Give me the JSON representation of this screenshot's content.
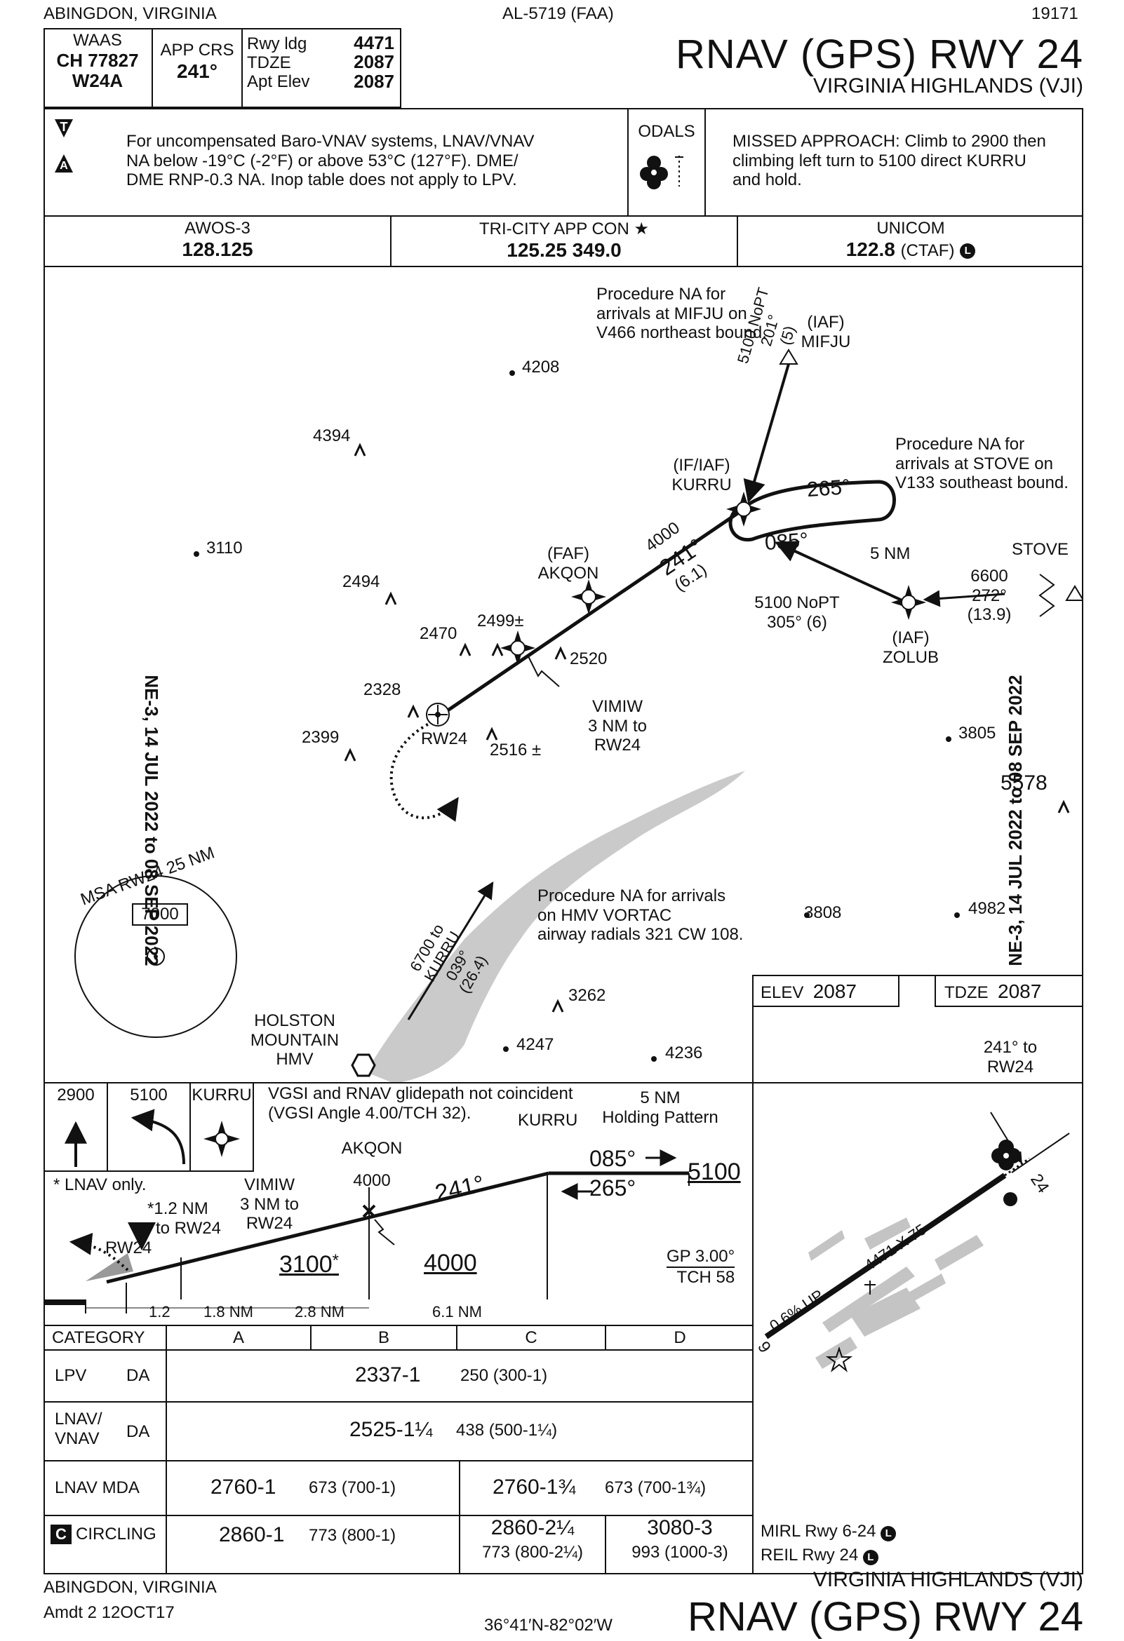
{
  "header": {
    "city": "ABINGDON, VIRGINIA",
    "al_number": "AL-5719 (FAA)",
    "edition": "19171",
    "title": "RNAV (GPS) RWY 24",
    "airport": "VIRGINIA HIGHLANDS (VJI)"
  },
  "briefing": {
    "waas_label": "WAAS",
    "waas_ch": "CH 77827",
    "waas_id": "W24A",
    "app_crs_label": "APP CRS",
    "app_crs": "241°",
    "rwy_ldg_label": "Rwy ldg",
    "rwy_ldg": "4471",
    "tdze_label": "TDZE",
    "tdze": "2087",
    "apt_elev_label": "Apt Elev",
    "apt_elev": "2087",
    "notes_line1": "For uncompensated Baro-VNAV systems, LNAV/VNAV",
    "notes_line2": "NA below -19°C (-2°F) or above 53°C (127°F). DME/",
    "notes_line3": "DME RNP-0.3 NA. Inop table does not apply to LPV.",
    "t_symbol": "T",
    "a_symbol": "A",
    "odals": "ODALS",
    "missed_line1": "MISSED APPROACH: Climb to 2900 then",
    "missed_line2": "climbing left turn to 5100 direct KURRU",
    "missed_line3": "and hold."
  },
  "comms": {
    "awos_label": "AWOS-3",
    "awos_freq": "128.125",
    "app_label": "TRI-CITY APP CON",
    "app_freq": "125.25  349.0",
    "unicom_label": "UNICOM",
    "unicom_freq": "122.8",
    "unicom_ctaf": "(CTAF)"
  },
  "side_text": {
    "left": "NE-3, 14 JUL 2022 to 08 SEP 2022",
    "right": "NE-3, 14 JUL 2022 to 08 SEP 2022"
  },
  "plan": {
    "note_mifju_1": "Procedure NA for",
    "note_mifju_2": "arrivals at MIFJU on",
    "note_mifju_3": "V466 northeast bound.",
    "mifju_iaf": "(IAF)",
    "mifju": "MIFJU",
    "mifju_leg_1": "5100 NoPT",
    "mifju_leg_2": "201°",
    "mifju_leg_3": "(5)",
    "note_stove_1": "Procedure NA for",
    "note_stove_2": "arrivals at STOVE on",
    "note_stove_3": "V133 southeast bound.",
    "kurru_role": "(IF/IAF)",
    "kurru": "KURRU",
    "hold_out": "265°",
    "hold_in": "085°",
    "hold_leg": "5 NM",
    "stove": "STOVE",
    "stove_alt": "6600",
    "stove_crs": "272°",
    "stove_dist": "(13.9)",
    "zolub_leg_1": "5100 NoPT",
    "zolub_leg_2": "305° (6)",
    "zolub_role": "(IAF)",
    "zolub": "ZOLUB",
    "final_alt": "4000",
    "final_crs": "241°",
    "final_dist": "(6.1)",
    "akqon_role": "(FAF)",
    "akqon": "AKQON",
    "vimiw_1": "VIMIW",
    "vimiw_2": "3 NM to",
    "vimiw_3": "RW24",
    "rw24": "RW24",
    "note_hmv_1": "Procedure NA for arrivals",
    "note_hmv_2": "on HMV VORTAC",
    "note_hmv_3": "airway radials 321 CW 108.",
    "hmv_leg_1": "6700 to KURRU",
    "hmv_leg_2": "039°",
    "hmv_leg_3": "(26.4)",
    "hmv_1": "HOLSTON",
    "hmv_2": "MOUNTAIN",
    "hmv_3": "HMV",
    "msa_label": "MSA RW24 25 NM",
    "msa_alt": "7000",
    "spot_4208": "4208",
    "spot_4394": "4394",
    "spot_3110": "3110",
    "spot_2494": "2494",
    "spot_2470": "2470",
    "spot_2499": "2499±",
    "spot_2520": "2520",
    "spot_2328": "2328",
    "spot_2399": "2399",
    "spot_2516": "2516 ±",
    "spot_3805": "3805",
    "spot_5578": "5578",
    "spot_3808": "3808",
    "spot_4982": "4982",
    "spot_3262": "3262",
    "spot_4247": "4247",
    "spot_4236": "4236"
  },
  "profile": {
    "icon_climb": "2900",
    "icon_turn": "5100",
    "icon_fix": "KURRU",
    "glidepath_note_1": "VGSI and RNAV glidepath not coincident",
    "glidepath_note_2": "(VGSI Angle 4.00/TCH 32).",
    "hold_note_1": "5 NM",
    "hold_note_2": "Holding Pattern",
    "kurru": "KURRU",
    "akqon": "AKQON",
    "akqon_alt": "4000",
    "lnav_only": "* LNAV only.",
    "vimiw_1": "VIMIW",
    "vimiw_2": "3 NM to",
    "vimiw_3": "RW24",
    "dist_1": "*1.2 NM",
    "dist_2": "to RW24",
    "rw24": "RW24",
    "crs": "241°",
    "out_crs": "085°",
    "in_crs": "265°",
    "hold_alt": "5100",
    "stepdown": "3100",
    "stepdown_star": "*",
    "faf_alt": "4000",
    "gp": "GP 3.00°",
    "tch": "TCH 58",
    "seg_1": "1.2",
    "seg_2": "1.8 NM",
    "seg_3": "2.8 NM",
    "seg_4": "6.1 NM"
  },
  "minimums": {
    "category_label": "CATEGORY",
    "cats": [
      "A",
      "B",
      "C",
      "D"
    ],
    "rows": [
      {
        "label": "LPV",
        "label2": "",
        "sub": "DA",
        "ab_main": "2337-1",
        "ab_sub": "250 (300-1)"
      },
      {
        "label": "LNAV/",
        "label2": "VNAV",
        "sub": "DA",
        "ab_main": "2525-1¼",
        "ab_sub": "438 (500-1¼)"
      },
      {
        "label": "LNAV MDA",
        "label2": "",
        "sub": "",
        "ab_main": "2760-1",
        "ab_sub": "673 (700-1)",
        "cd_main": "2760-1¾",
        "cd_sub": "673 (700-1¾)"
      }
    ],
    "circling": {
      "icon": "C",
      "label": "CIRCLING",
      "ab_main": "2860-1",
      "ab_sub": "773 (800-1)",
      "c_main": "2860-2¼",
      "c_sub": "773 (800-2¼)",
      "d_main": "3080-3",
      "d_sub": "993 (1000-3)"
    }
  },
  "airport_diagram": {
    "elev_label": "ELEV",
    "elev": "2087",
    "tdze_label": "TDZE",
    "tdze": "2087",
    "crs_note_1": "241° to",
    "crs_note_2": "RW24",
    "rwy_dims": "4471 X 75",
    "gradient": "0.6% UP",
    "rwy_end_a": "6",
    "rwy_end_b": "24",
    "light_1": "MIRL Rwy 6-24",
    "light_2": "REIL Rwy 24",
    "pcl": "L"
  },
  "footer": {
    "city": "ABINGDON, VIRGINIA",
    "amdt": "Amdt 2  12OCT17",
    "coords": "36°41′N-82°02′W",
    "airport": "VIRGINIA HIGHLANDS (VJI)",
    "title": "RNAV (GPS) RWY 24"
  }
}
